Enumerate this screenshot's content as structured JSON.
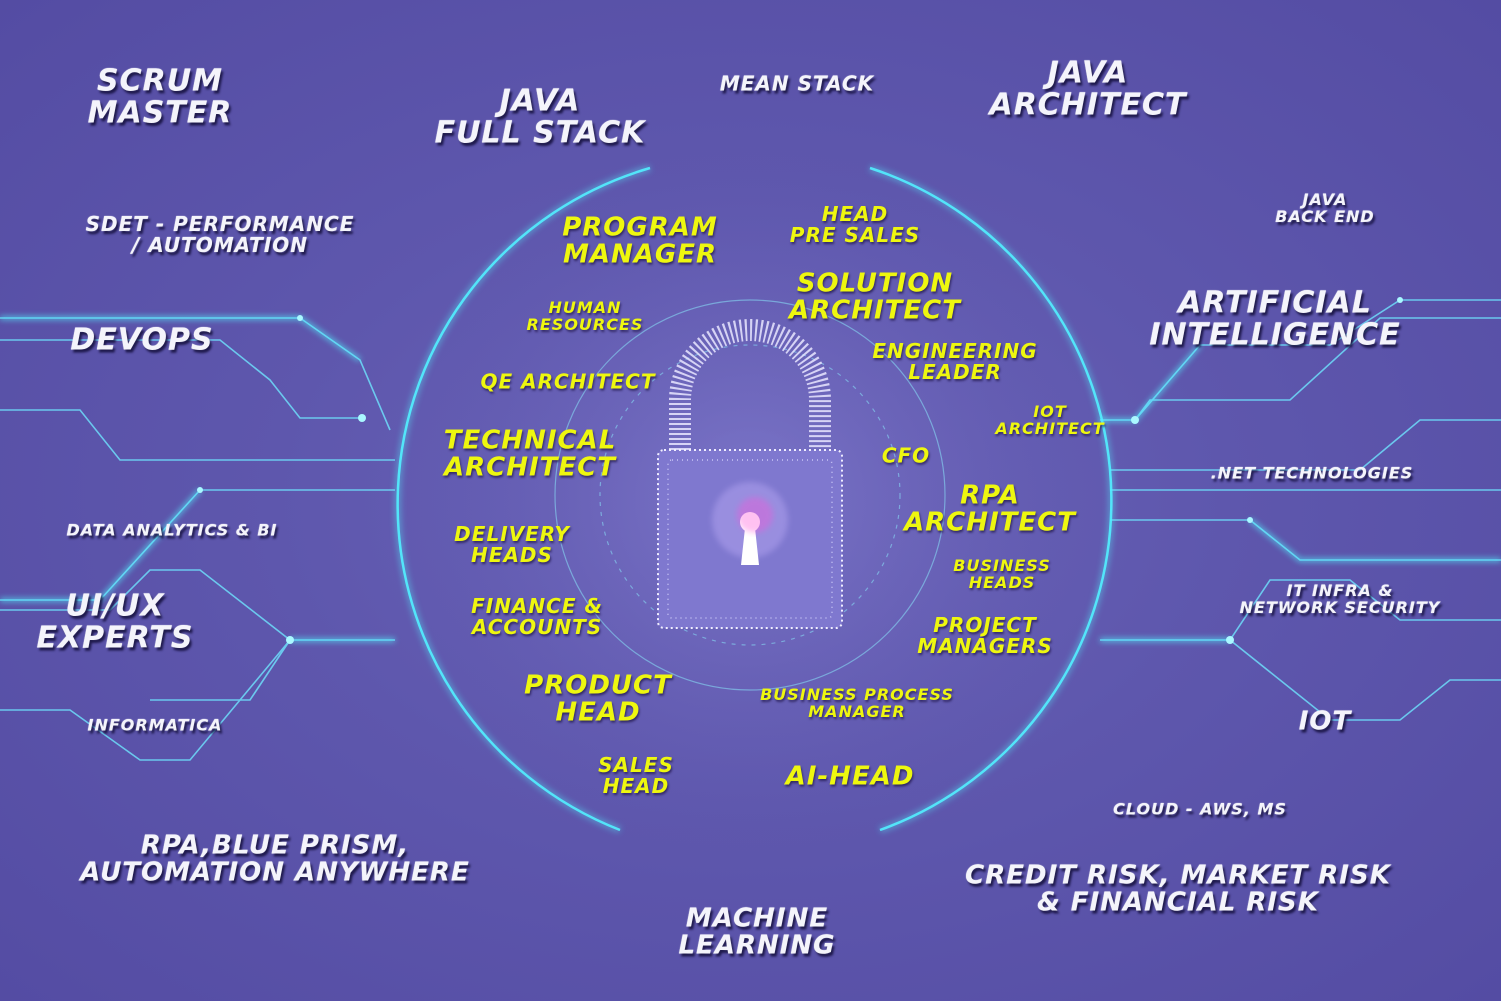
{
  "colors": {
    "background": "#5e57ad",
    "white_text": "#f4f4fb",
    "yellow_text": "#eef70f",
    "glow": "#52f0ff"
  },
  "center": {
    "icon": "padlock-icon"
  },
  "outer_labels": {
    "scrum_master": "SCRUM\nMASTER",
    "java_full_stack": "JAVA\nFULL STACK",
    "mean_stack": "MEAN STACK",
    "java_architect": "JAVA\nARCHITECT",
    "java_back_end": "JAVA\nBACK END",
    "sdet": "SDET - PERFORMANCE\n/ AUTOMATION",
    "devops": "DEVOPS",
    "artificial_intelligence": "ARTIFICIAL\nINTELLIGENCE",
    "dotnet": ".NET TECHNOLOGIES",
    "data_analytics": "DATA ANALYTICS & BI",
    "ui_ux": "UI/UX\nEXPERTS",
    "it_infra": "IT INFRA &\nNETWORK SECURITY",
    "informatica": "INFORMATICA",
    "iot": "IOT",
    "cloud": "CLOUD - AWS, MS",
    "rpa_blue_prism": "RPA,BLUE PRISM,\nAUTOMATION ANYWHERE",
    "credit_risk": "CREDIT RISK, MARKET RISK\n& FINANCIAL RISK",
    "machine_learning": "MACHINE\nLEARNING"
  },
  "inner_labels": {
    "program_manager": "PROGRAM\nMANAGER",
    "head_pre_sales": "HEAD\nPRE SALES",
    "solution_architect": "SOLUTION\nARCHITECT",
    "human_resources": "HUMAN\nRESOURCES",
    "engineering_leader": "ENGINEERING\nLEADER",
    "qe_architect": "QE ARCHITECT",
    "iot_architect": "IOT\nARCHITECT",
    "technical_architect": "TECHNICAL\nARCHITECT",
    "cfo": "CFO",
    "rpa_architect": "RPA\nARCHITECT",
    "delivery_heads": "DELIVERY\nHEADS",
    "business_heads": "BUSINESS\nHEADS",
    "finance_accounts": "FINANCE &\nACCOUNTS",
    "project_managers": "PROJECT\nMANAGERS",
    "product_head": "PRODUCT\nHEAD",
    "business_process_manager": "BUSINESS PROCESS\nMANAGER",
    "sales_head": "SALES\nHEAD",
    "ai_head": "AI-HEAD"
  }
}
